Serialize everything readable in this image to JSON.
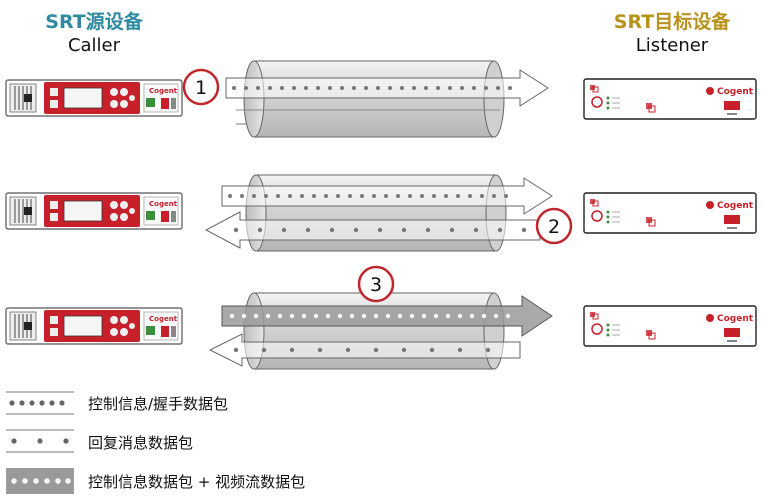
{
  "source_header": {
    "title": "SRT源设备",
    "role": "Caller",
    "color": "#2e8aa0"
  },
  "target_header": {
    "title": "SRT目标设备",
    "role": "Listener",
    "color": "#b8931c"
  },
  "device_brand": "Cogent",
  "steps": [
    {
      "number": "1"
    },
    {
      "number": "2"
    },
    {
      "number": "3"
    }
  ],
  "legend": [
    {
      "label": "控制信息/握手数据包"
    },
    {
      "label": "回复消息数据包"
    },
    {
      "label": "控制信息数据包 + 视频流数据包"
    }
  ],
  "colors": {
    "device_red": "#c8202a",
    "step_circle": "#c0262d",
    "tube": "#cfcfcf"
  }
}
